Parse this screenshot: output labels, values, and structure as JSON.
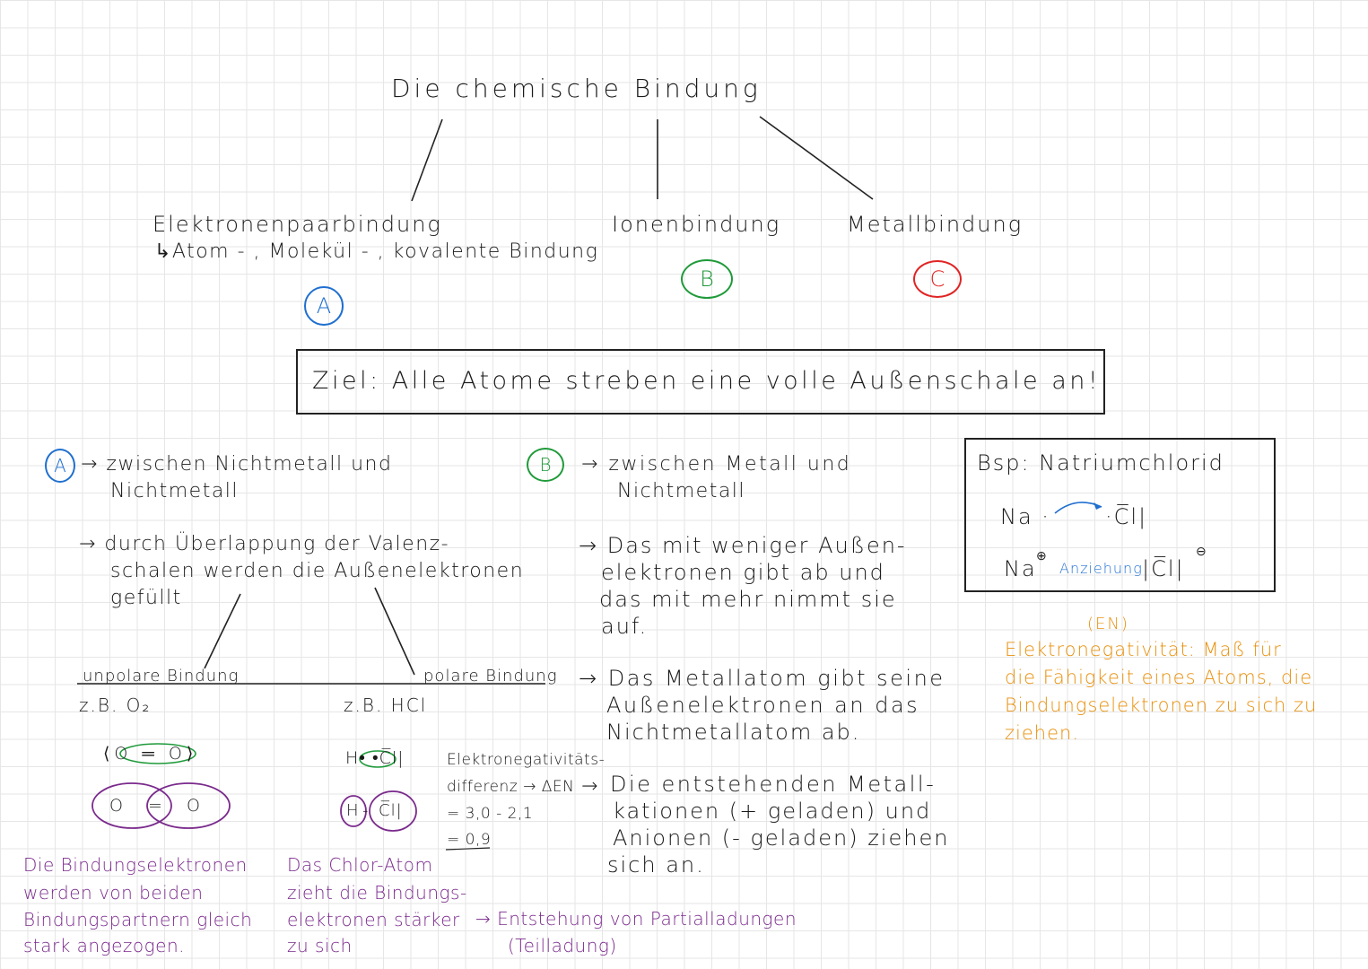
{
  "title": "Die chemische Bindung",
  "types": {
    "a_name": "Elektronenpaarbindung",
    "a_synonyms": "↳Atom - , Molekül - , kovalente Bindung",
    "a_letter": "A",
    "b_name": "Ionenbindung",
    "b_letter": "B",
    "c_name": "Metallbindung",
    "c_letter": "C"
  },
  "goal": "Ziel: Alle Atome streben eine volle Außenschale an!",
  "section_a": {
    "letter": "A",
    "p1_l1": "→ zwischen Nichtmetall und",
    "p1_l2": "Nichtmetall",
    "p2_l1": "→ durch Überlappung der Valenz-",
    "p2_l2": "schalen werden die Außenelektronen",
    "p2_l3": "gefüllt",
    "unpolar": "unpolare Bindung",
    "polar": "polare Bindung",
    "ex_unpolar": "z.B. O₂",
    "ex_polar": "z.B. HCl",
    "o2_lewis": "⟨O ═ O⟩",
    "o2_ox_left": "O",
    "o2_ox_mid": "=",
    "o2_ox_right": "O",
    "hcl_lewis": "H• •C̅l|",
    "hcl_h": "H",
    "hcl_dash": "-",
    "hcl_cl": "C̅l|",
    "en_l1": "Elektronegativitäts-",
    "en_l2": "differenz → ΔEN",
    "en_l3": "= 3,0 - 2,1",
    "en_l4": "= 0,9",
    "purple_l1": "Die Bindungselektronen",
    "purple_l2": "werden von beiden",
    "purple_l3": "Bindungspartnern gleich",
    "purple_l4": "stark angezogen.",
    "purple2_l1": "Das Chlor-Atom",
    "purple2_l2": "zieht die Bindungs-",
    "purple2_l3": "elektronen stärker",
    "purple2_l4": "zu sich",
    "partial_l1": "→ Entstehung von Partialladungen",
    "partial_l2": "(Teilladung)"
  },
  "section_b": {
    "letter": "B",
    "p1_l1": "→ zwischen Metall und",
    "p1_l2": "Nichtmetall",
    "p2_l1": "→ Das mit weniger Außen-",
    "p2_l2": "elektronen gibt ab und",
    "p2_l3": "das mit mehr nimmt sie",
    "p2_l4": "auf.",
    "p3_l1": "→ Das Metallatom gibt seine",
    "p3_l2": "Außenelektronen an das",
    "p3_l3": "Nichtmetallatom ab.",
    "p4_arrow": "→",
    "p4_l1": "Die entstehenden Metall-",
    "p4_l2": "kationen (+ geladen) und",
    "p4_l3": "Anionen (- geladen) ziehen",
    "p4_l4": "sich an."
  },
  "example_box": {
    "title": "Bsp: Natriumchlorid",
    "na1": "Na ·",
    "cl1": "·C̅l|",
    "na2": "Na",
    "plus": "⊕",
    "attraction": "Anziehung",
    "cl2": "|C̅l|",
    "minus": "⊖"
  },
  "en_note": {
    "abbr": "(EN)",
    "l1": "Elektronegativität: Maß für",
    "l2": "die Fähigkeit eines Atoms, die",
    "l3": "Bindungselektronen zu sich zu",
    "l4": "ziehen."
  },
  "colors": {
    "a": "#1f6fd0",
    "b": "#1f9a3a",
    "c": "#e02424",
    "purple": "#7a2a8c",
    "orange": "#e8900c"
  }
}
